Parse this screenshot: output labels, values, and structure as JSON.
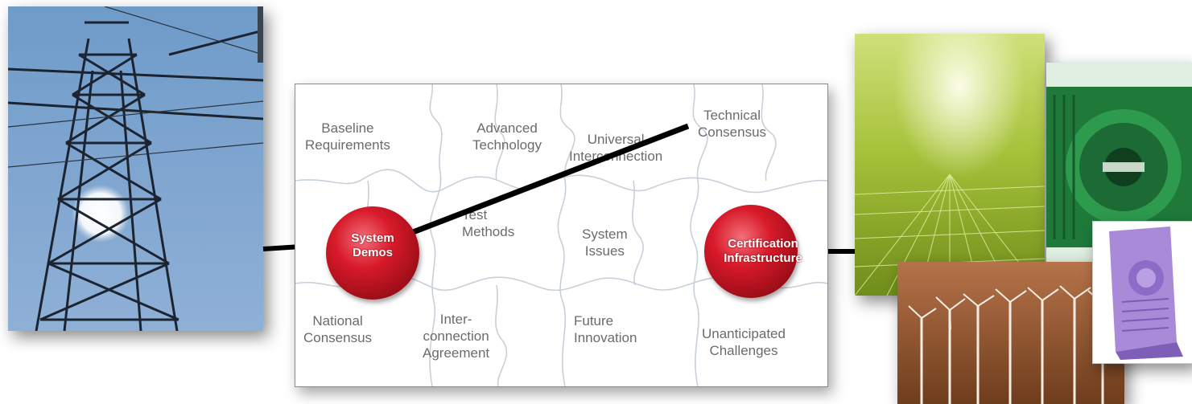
{
  "colors": {
    "node_red": "#d81a2a",
    "puzzle_line": "#c8d0da",
    "label_gray": "#6b6b6b",
    "connector": "#000000"
  },
  "photos": {
    "tower": "transmission-tower-photo",
    "solar": "solar-array-photo",
    "motor": "electric-motor-photo",
    "wind": "wind-farm-photo",
    "device": "purple-device-photo"
  },
  "puzzle_pieces": [
    {
      "id": "baseline",
      "text": "Baseline\nRequirements"
    },
    {
      "id": "advanced",
      "text": "Advanced\nTechnology"
    },
    {
      "id": "universal",
      "text": "Universal\nInterconnection"
    },
    {
      "id": "technical",
      "text": "Technical\nConsensus"
    },
    {
      "id": "test",
      "text": "Test\nMethods"
    },
    {
      "id": "system",
      "text": "System\nIssues"
    },
    {
      "id": "national",
      "text": "National\nConsensus"
    },
    {
      "id": "interconnection",
      "text": "Inter-\nconnection\nAgreement"
    },
    {
      "id": "future",
      "text": "Future\nInnovation"
    },
    {
      "id": "unanticipated",
      "text": "Unanticipated\nChallenges"
    }
  ],
  "nodes": {
    "system_demos": "System\nDemos",
    "certification": "Certification\nInfrastructure"
  }
}
